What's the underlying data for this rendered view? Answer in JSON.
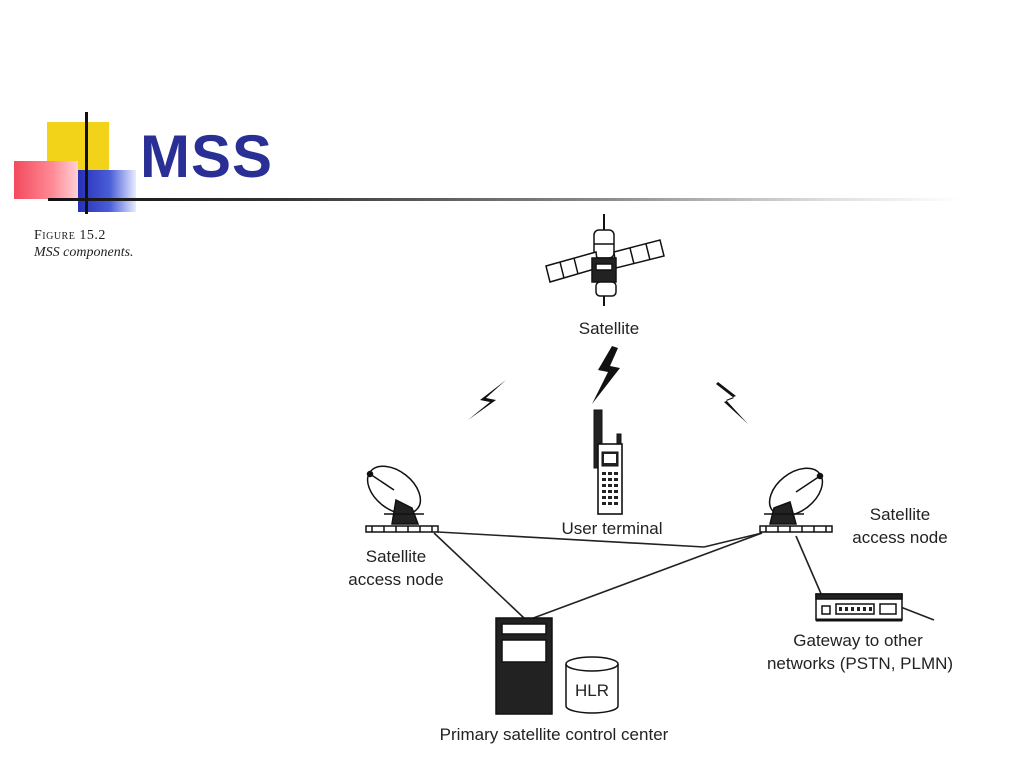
{
  "slide": {
    "title": "MSS"
  },
  "figure": {
    "number": "Figure 15.2",
    "title": "MSS components."
  },
  "diagram": {
    "satellite": "Satellite",
    "user_terminal": "User terminal",
    "left_node": {
      "line1": "Satellite",
      "line2": "access node"
    },
    "right_node": {
      "line1": "Satellite",
      "line2": "access node"
    },
    "control_center": "Primary satellite control center",
    "hlr": "HLR",
    "gateway": {
      "line1": "Gateway to other",
      "line2": "networks (PSTN, PLMN)"
    }
  },
  "colors": {
    "title": "#2a2f96",
    "accent_yellow": "#f3d21a",
    "accent_red": "#f24a5c",
    "accent_blue": "#2630b8"
  }
}
